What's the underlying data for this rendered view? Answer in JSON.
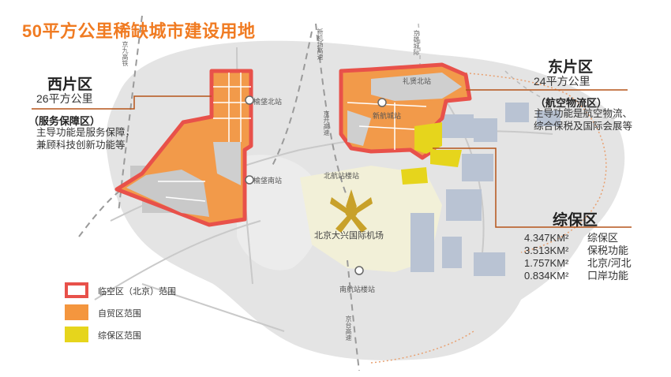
{
  "title": "50平方公里稀缺城市建设用地",
  "west": {
    "name": "西片区",
    "area": "26平方公里",
    "subtitle": "（服务保障区）",
    "desc_line1": "主导功能是服务保障，",
    "desc_line2": "兼顾科技创新功能等"
  },
  "east": {
    "name": "东片区",
    "area": "24平方公里",
    "subtitle": "（航空物流区）",
    "desc_line1": "主导功能是航空物流、",
    "desc_line2": "综合保税及国际会展等"
  },
  "bonded": {
    "name": "综保区",
    "stats": [
      {
        "value": "4.347KM²",
        "label": "综保区"
      },
      {
        "value": "3.513KM²",
        "label": "保税功能"
      },
      {
        "value": "1.757KM²",
        "label": "北京/河北"
      },
      {
        "value": "0.834KM²",
        "label": "口岸功能"
      }
    ]
  },
  "map_labels": {
    "yuxi_north": "榆垡北站",
    "yuxi_south": "榆垡南站",
    "lixian_north": "礼贤北站",
    "xinhang_city": "新航城站",
    "north_terminal": "北航站楼站",
    "south_terminal": "南航站楼站",
    "airport": "北京大兴国际机场",
    "road_jingjiu": "京九高铁",
    "road_jingkai": "京开高速",
    "road_xinjichang": "新机场高速",
    "road_jingxiong": "京雄城际",
    "road_jingtai": "京台高速"
  },
  "legend": [
    {
      "label": "临空区（北京）范围",
      "color": "#e8514a",
      "style": "outline"
    },
    {
      "label": "自贸区范围",
      "color": "#f4963e",
      "style": "fill"
    },
    {
      "label": "综保区范围",
      "color": "#e6d51c",
      "style": "fill"
    }
  ],
  "colors": {
    "accent": "#f07b22",
    "boundary": "#e8514a",
    "ftz": "#f4963e",
    "bonded": "#e6d51c",
    "leader": "#b5551a"
  }
}
